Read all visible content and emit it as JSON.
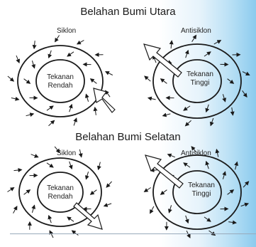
{
  "north": {
    "title": "Belahan Bumi Utara",
    "cyclone": {
      "label": "Siklon",
      "center_line1": "Tekanan",
      "center_line2": "Rendah"
    },
    "anticyclone": {
      "label": "Antisiklon",
      "center_line1": "Tekanan",
      "center_line2": "Tinggi"
    }
  },
  "south": {
    "title": "Belahan Bumi Selatan",
    "cyclone": {
      "label": "Siklon",
      "center_line1": "Tekanan",
      "center_line2": "Rendah"
    },
    "anticyclone": {
      "label": "Antisiklon",
      "center_line1": "Tekanan",
      "center_line2": "Tinggi"
    }
  },
  "colors": {
    "line": "#1a1a1a",
    "arrow_fill": "#ffffff"
  }
}
